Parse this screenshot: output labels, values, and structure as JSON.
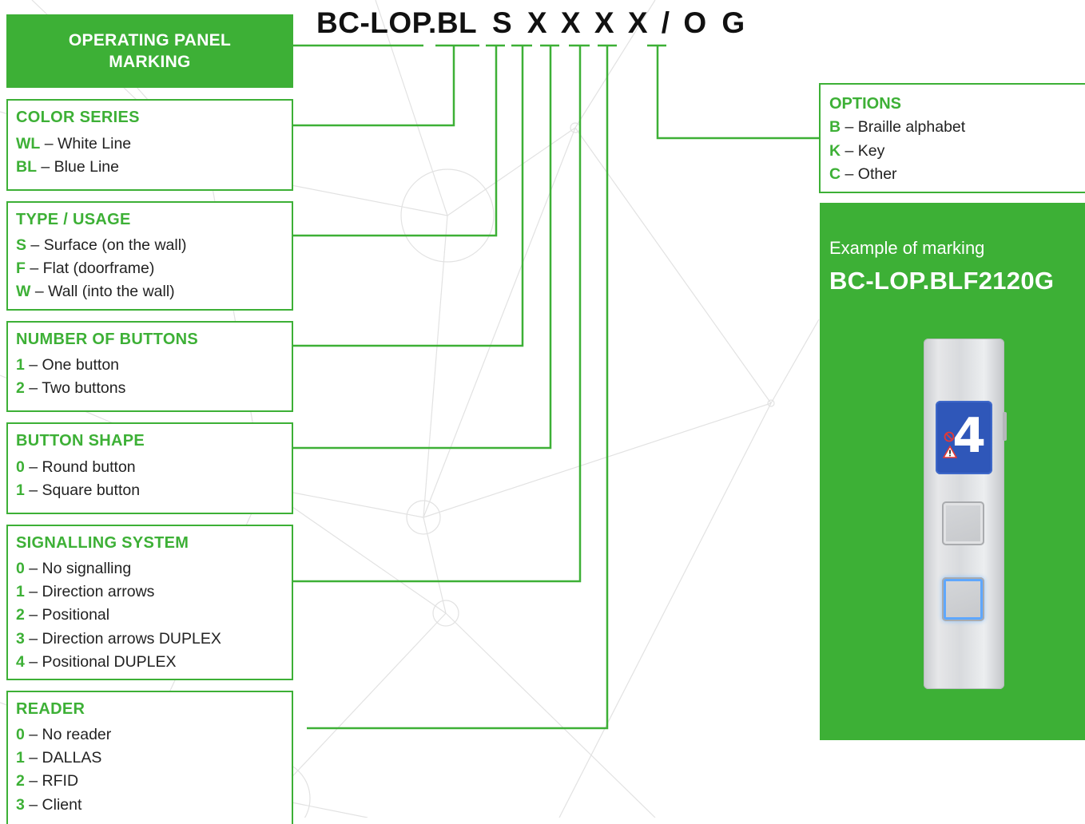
{
  "code_title": {
    "prefix": "BC-LOP.BL",
    "parts": [
      "S",
      "X",
      "X",
      "X",
      "X",
      "/",
      "O",
      "G"
    ]
  },
  "header": {
    "line1": "OPERATING PANEL",
    "line2": "MARKING"
  },
  "sections": [
    {
      "title": "COLOR SERIES",
      "options": [
        {
          "code": "WL",
          "text": " – White Line"
        },
        {
          "code": "BL",
          "text": " – Blue Line"
        }
      ]
    },
    {
      "title": "TYPE / USAGE",
      "options": [
        {
          "code": "S",
          "text": " – Surface (on the wall)"
        },
        {
          "code": "F",
          "text": " – Flat (doorframe)"
        },
        {
          "code": "W",
          "text": " – Wall (into the wall)"
        }
      ]
    },
    {
      "title": "NUMBER OF BUTTONS",
      "options": [
        {
          "code": "1",
          "text": " – One button"
        },
        {
          "code": "2",
          "text": " – Two buttons"
        }
      ]
    },
    {
      "title": "BUTTON SHAPE",
      "options": [
        {
          "code": "0",
          "text": " – Round button"
        },
        {
          "code": "1",
          "text": " – Square button"
        }
      ]
    },
    {
      "title": "SIGNALLING SYSTEM",
      "options": [
        {
          "code": "0",
          "text": " – No signalling"
        },
        {
          "code": "1",
          "text": " – Direction arrows"
        },
        {
          "code": "2",
          "text": " – Positional"
        },
        {
          "code": "3",
          "text": " – Direction arrows DUPLEX"
        },
        {
          "code": "4",
          "text": " – Positional DUPLEX"
        }
      ]
    },
    {
      "title": "READER",
      "options": [
        {
          "code": "0",
          "text": " – No reader"
        },
        {
          "code": "1",
          "text": " – DALLAS"
        },
        {
          "code": "2",
          "text": " – RFID"
        },
        {
          "code": "3",
          "text": " – Client"
        }
      ]
    }
  ],
  "options_box": {
    "title": "OPTIONS",
    "options": [
      {
        "code": "B",
        "text": " – Braille alphabet"
      },
      {
        "code": "K",
        "text": " – Key"
      },
      {
        "code": "C",
        "text": " – Other"
      }
    ]
  },
  "example": {
    "label": "Example of marking",
    "code": "BC-LOP.BLF2120G",
    "display_floor": "4",
    "icons": [
      "no-entry-icon",
      "warning-icon",
      "square-button-icon",
      "round-lit-button-icon"
    ]
  },
  "colors": {
    "accent_green": "#3db036",
    "display_blue": "#2f57b9",
    "text_dark": "#222222"
  }
}
